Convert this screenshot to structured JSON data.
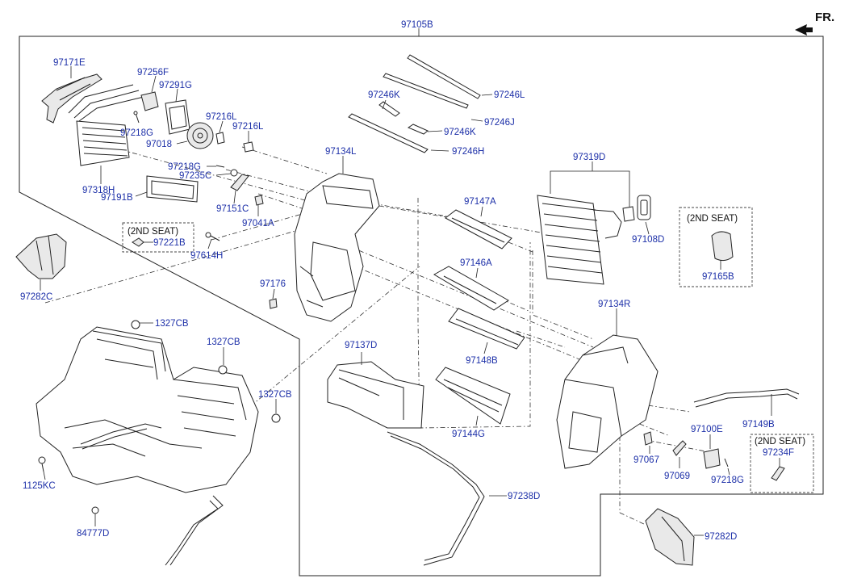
{
  "direction_label": "FR.",
  "labels": {
    "p97105B": "97105B",
    "p97171E": "97171E",
    "p97256F": "97256F",
    "p97291G": "97291G",
    "p97218G_a": "97218G",
    "p97018": "97018",
    "p97216L_a": "97216L",
    "p97216L_b": "97216L",
    "p97318H": "97318H",
    "p97191B": "97191B",
    "p97218G_b": "97218G",
    "p97235C": "97235C",
    "p97151C": "97151C",
    "p97041A": "97041A",
    "p97221B": "97221B",
    "p97614H": "97614H",
    "p97282C": "97282C",
    "p97176": "97176",
    "p97134L": "97134L",
    "p97246K_a": "97246K",
    "p97246L": "97246L",
    "p97246J": "97246J",
    "p97246K_b": "97246K",
    "p97246H": "97246H",
    "p97319D": "97319D",
    "p97108D": "97108D",
    "p97165B": "97165B",
    "p97147A": "97147A",
    "p97146A": "97146A",
    "p97148B": "97148B",
    "p97134R": "97134R",
    "p97137D": "97137D",
    "p97144G": "97144G",
    "p1327CB_a": "1327CB",
    "p1327CB_b": "1327CB",
    "p1327CB_c": "1327CB",
    "p1125KC": "1125KC",
    "p84777D": "84777D",
    "p97238D": "97238D",
    "p97100E": "97100E",
    "p97149B": "97149B",
    "p97067": "97067",
    "p97069": "97069",
    "p97218G_c": "97218G",
    "p97234F": "97234F",
    "p97282D": "97282D"
  },
  "notes": {
    "second_seat_a": "(2ND SEAT)",
    "second_seat_b": "(2ND SEAT)",
    "second_seat_c": "(2ND SEAT)"
  }
}
